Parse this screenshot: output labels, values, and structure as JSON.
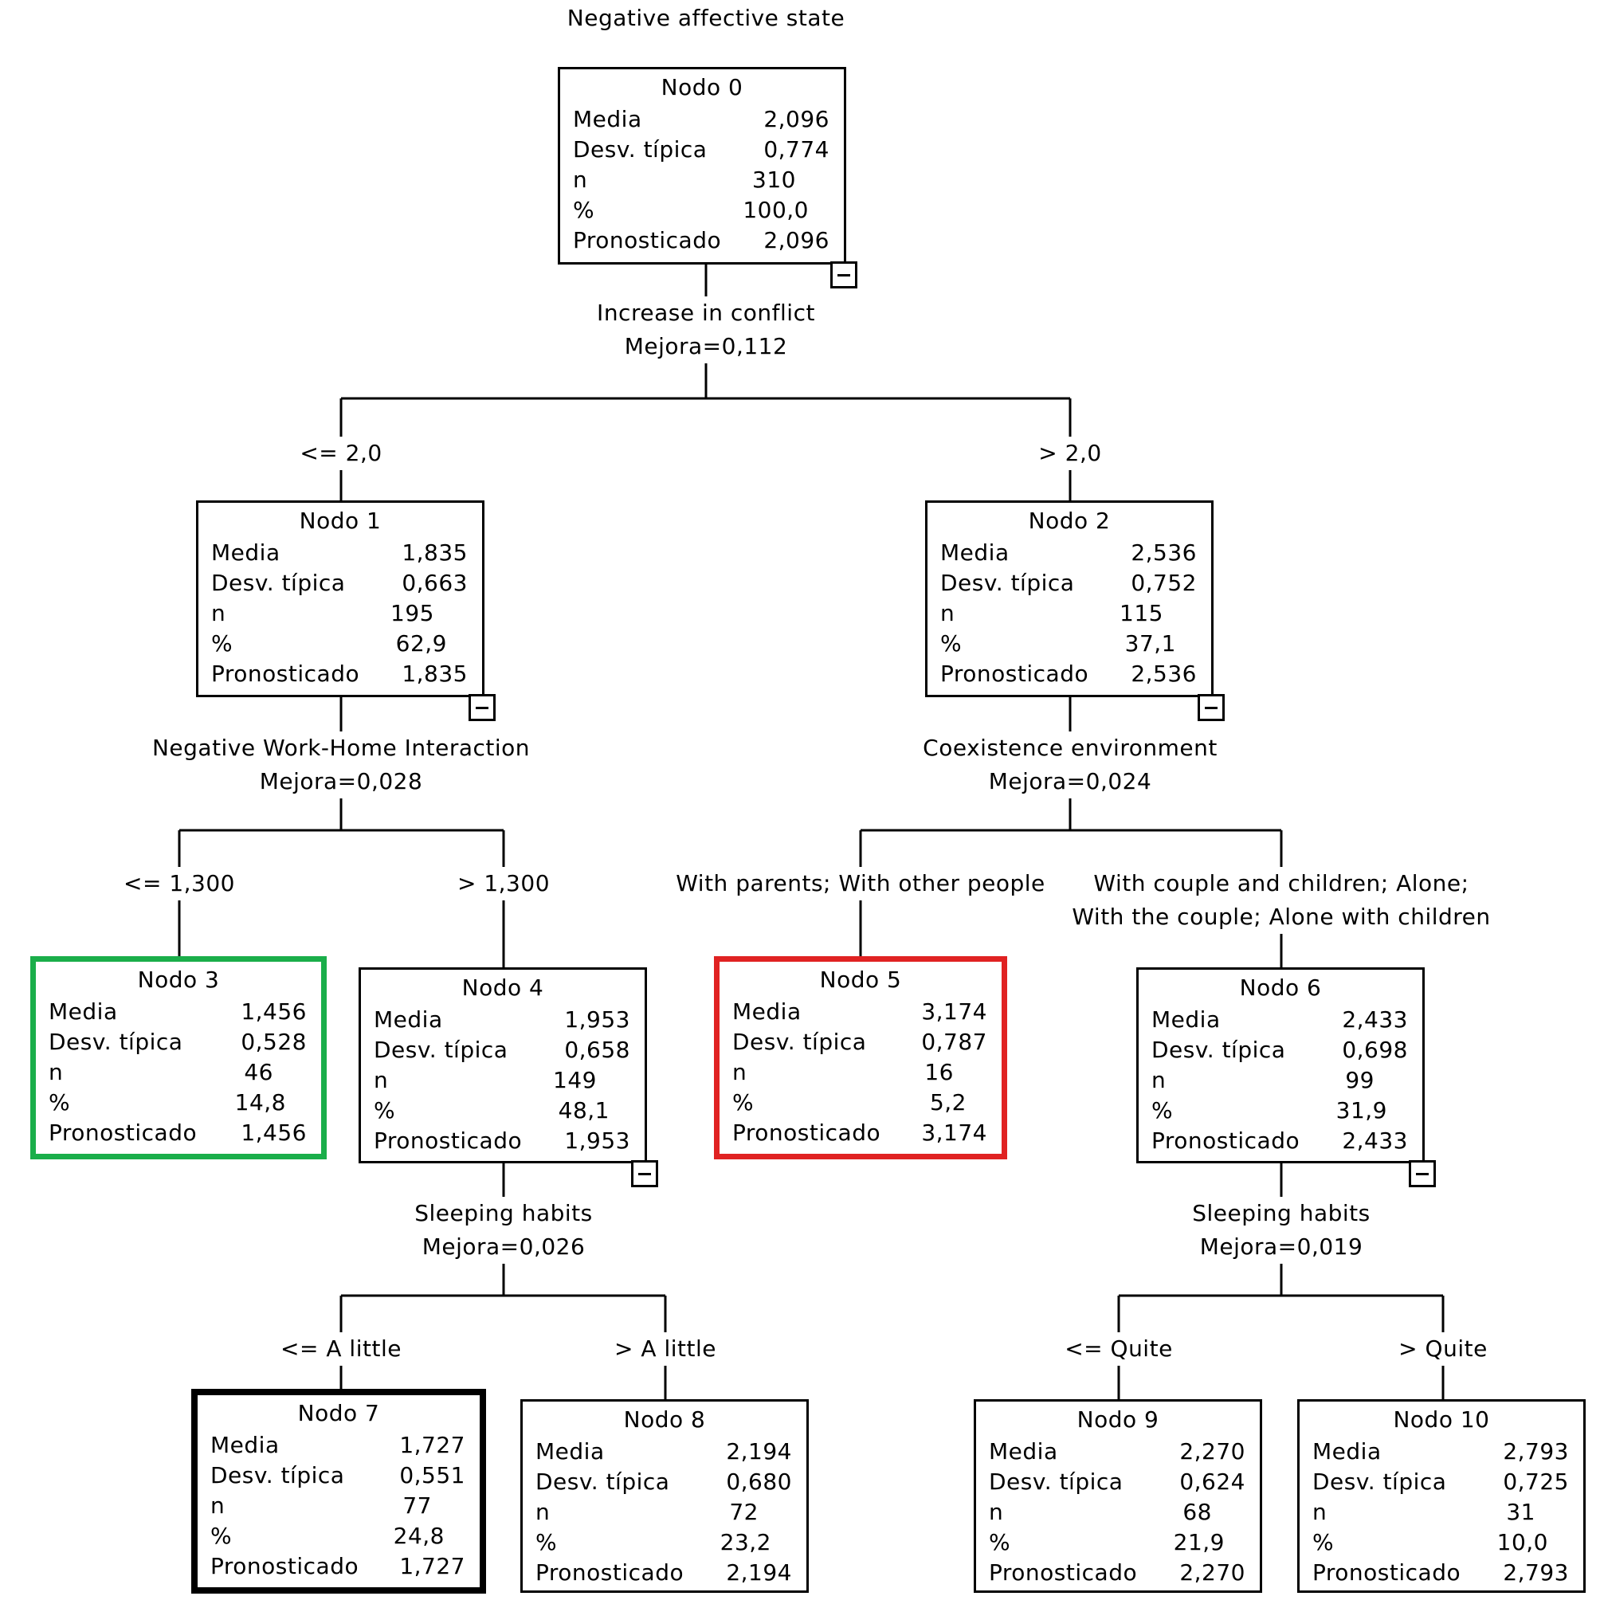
{
  "title": "Negative affective state",
  "row_labels": [
    "Media",
    "Desv. típica",
    "n",
    "%",
    "Pronosticado"
  ],
  "nodes": [
    {
      "title": "Nodo 0",
      "media": "2,096",
      "desv": "0,774",
      "n": "310",
      "pct": "100,0",
      "pron": "2,096"
    },
    {
      "title": "Nodo 1",
      "media": "1,835",
      "desv": "0,663",
      "n": "195",
      "pct": "62,9",
      "pron": "1,835"
    },
    {
      "title": "Nodo 2",
      "media": "2,536",
      "desv": "0,752",
      "n": "115",
      "pct": "37,1",
      "pron": "2,536"
    },
    {
      "title": "Nodo 3",
      "media": "1,456",
      "desv": "0,528",
      "n": "46",
      "pct": "14,8",
      "pron": "1,456",
      "highlight": "green"
    },
    {
      "title": "Nodo 4",
      "media": "1,953",
      "desv": "0,658",
      "n": "149",
      "pct": "48,1",
      "pron": "1,953"
    },
    {
      "title": "Nodo 5",
      "media": "3,174",
      "desv": "0,787",
      "n": "16",
      "pct": "5,2",
      "pron": "3,174",
      "highlight": "red"
    },
    {
      "title": "Nodo 6",
      "media": "2,433",
      "desv": "0,698",
      "n": "99",
      "pct": "31,9",
      "pron": "2,433"
    },
    {
      "title": "Nodo 7",
      "media": "1,727",
      "desv": "0,551",
      "n": "77",
      "pct": "24,8",
      "pron": "1,727",
      "highlight": "black"
    },
    {
      "title": "Nodo 8",
      "media": "2,194",
      "desv": "0,680",
      "n": "72",
      "pct": "23,2",
      "pron": "2,194"
    },
    {
      "title": "Nodo 9",
      "media": "2,270",
      "desv": "0,624",
      "n": "68",
      "pct": "21,9",
      "pron": "2,270"
    },
    {
      "title": "Nodo 10",
      "media": "2,793",
      "desv": "0,725",
      "n": "31",
      "pct": "10,0",
      "pron": "2,793"
    }
  ],
  "splits": [
    {
      "variable": "Increase in conflict",
      "improvement": "Mejora=0,112",
      "left": "<= 2,0",
      "right": "> 2,0"
    },
    {
      "variable": "Negative Work-Home Interaction",
      "improvement": "Mejora=0,028",
      "left": "<= 1,300",
      "right": "> 1,300"
    },
    {
      "variable": "Coexistence environment",
      "improvement": "Mejora=0,024",
      "left": "With parents; With other people",
      "right_line1": "With couple and children; Alone;",
      "right_line2": "With the couple; Alone with children"
    },
    {
      "variable": "Sleeping habits",
      "improvement": "Mejora=0,026",
      "left": "<= A little",
      "right": "> A little"
    },
    {
      "variable": "Sleeping habits",
      "improvement": "Mejora=0,019",
      "left": "<= Quite",
      "right": "> Quite"
    }
  ]
}
